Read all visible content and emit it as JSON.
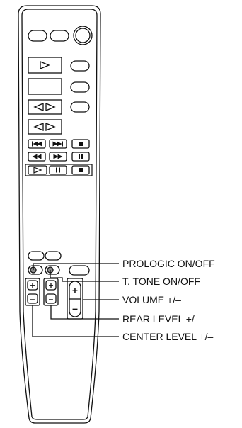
{
  "colors": {
    "line": "#111111",
    "background": "#ffffff",
    "indicator_fill": "#8a8a8a"
  },
  "icons": {
    "play": "play-icon",
    "reverse_play": "reverse-play-icon",
    "skip_prev": "skip-previous-icon",
    "skip_next": "skip-next-icon",
    "rewind": "rewind-icon",
    "fast_forward": "fast-forward-icon",
    "pause": "pause-icon",
    "stop": "stop-icon",
    "plus": "plus-icon",
    "minus": "minus-icon"
  },
  "labels": {
    "prologic": "PROLOGIC ON/OFF",
    "ttone": "T. TONE ON/OFF",
    "volume": "VOLUME +/–",
    "rear_level": "REAR LEVEL +/–",
    "center_level": "CENTER LEVEL +/–"
  },
  "button_text": {
    "plus": "+",
    "minus": "–"
  }
}
